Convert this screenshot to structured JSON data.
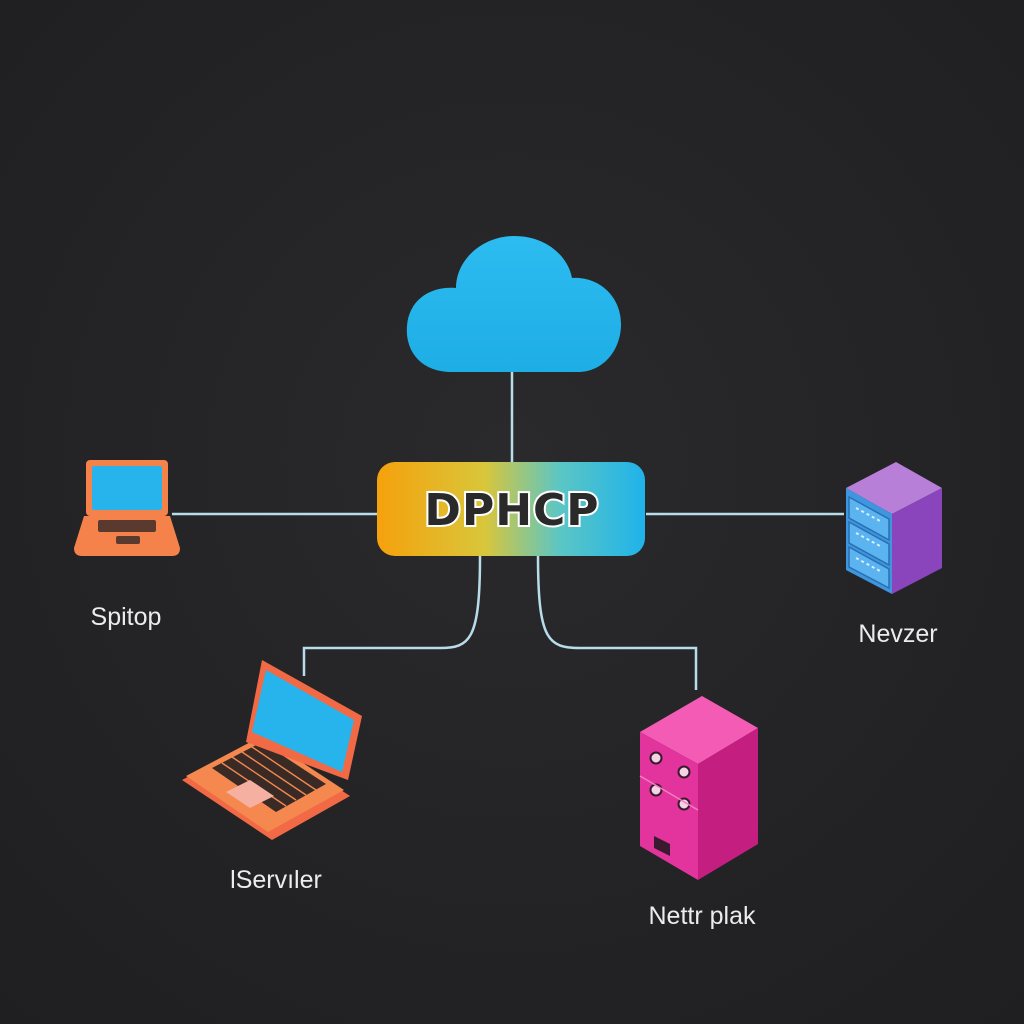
{
  "hub": {
    "label": "DPHCP",
    "gradient": [
      "#f5a10c",
      "#d9c63a",
      "#5cc6c4",
      "#1fb3ea"
    ]
  },
  "cloud": {
    "icon": "cloud-icon",
    "color": "#23b7ec"
  },
  "nodes": [
    {
      "id": "laptop-left",
      "icon": "laptop-icon",
      "label": "Spitop",
      "color": "#f4824a"
    },
    {
      "id": "server-right",
      "icon": "server-rack-icon",
      "label": "Nevzer",
      "color": "#9a5bc9"
    },
    {
      "id": "laptop-bottom",
      "icon": "laptop-icon",
      "label": "lServıler",
      "color": "#f4824a"
    },
    {
      "id": "server-bottom",
      "icon": "server-tower-icon",
      "label": "Nettr plak",
      "color": "#e23a9a"
    }
  ],
  "colors": {
    "background": "#232325",
    "link": "#b8dcea",
    "screen": "#27b4ec",
    "label": "#ececec"
  }
}
